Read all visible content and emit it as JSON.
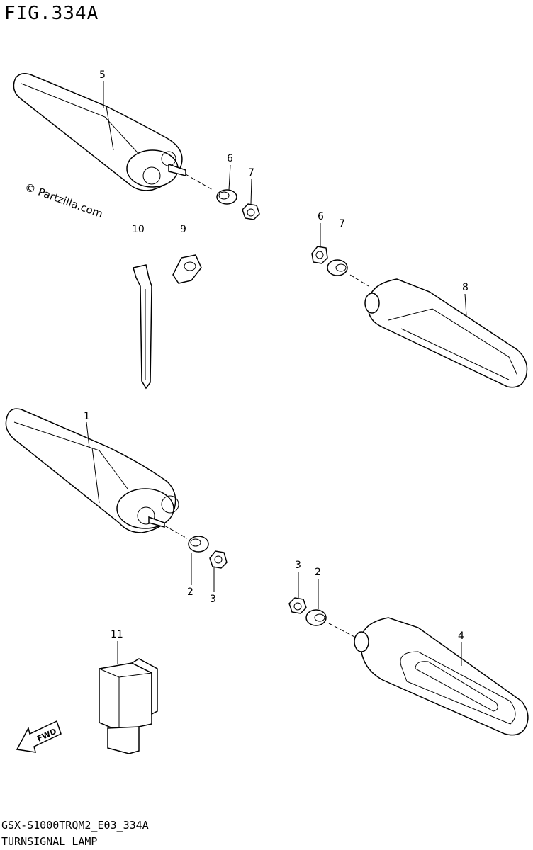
{
  "figure": {
    "title": "FIG.334A",
    "code": "GSX-S1000TRQM2_E03_334A",
    "name": "TURNSIGNAL LAMP",
    "watermark": "© Partzilla.com",
    "fwd_label": "FWD"
  },
  "callouts": [
    {
      "id": "c5",
      "label": "5"
    },
    {
      "id": "c6a",
      "label": "6"
    },
    {
      "id": "c7a",
      "label": "7"
    },
    {
      "id": "c10",
      "label": "10"
    },
    {
      "id": "c9",
      "label": "9"
    },
    {
      "id": "c6b",
      "label": "6"
    },
    {
      "id": "c7b",
      "label": "7"
    },
    {
      "id": "c8",
      "label": "8"
    },
    {
      "id": "c1",
      "label": "1"
    },
    {
      "id": "c2a",
      "label": "2"
    },
    {
      "id": "c3a",
      "label": "3"
    },
    {
      "id": "c3b",
      "label": "3"
    },
    {
      "id": "c2b",
      "label": "2"
    },
    {
      "id": "c4",
      "label": "4"
    },
    {
      "id": "c11",
      "label": "11"
    }
  ]
}
